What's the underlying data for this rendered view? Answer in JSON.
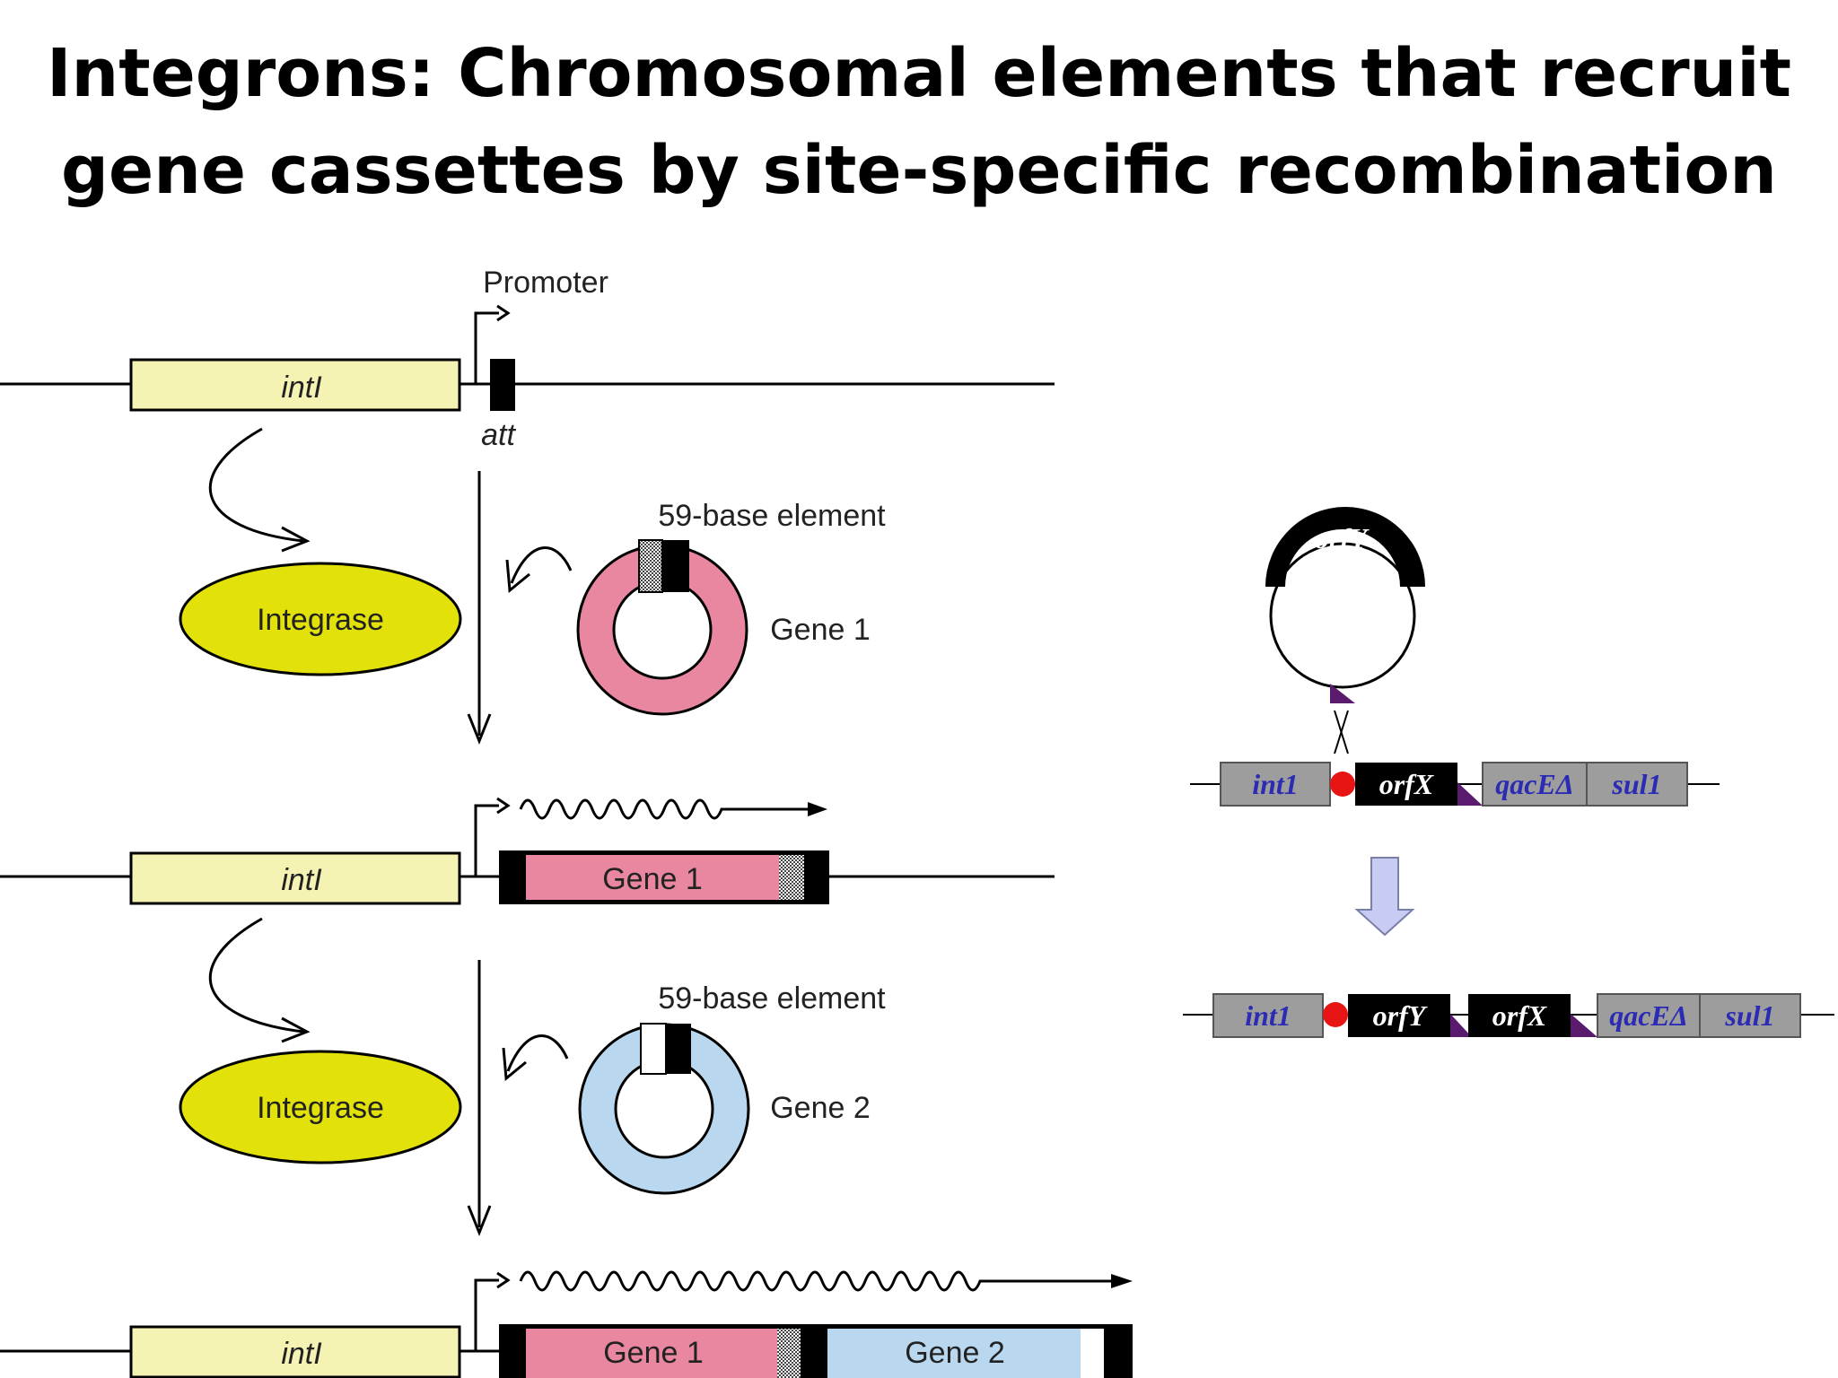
{
  "title": {
    "line1": "Integrons: Chromosomal elements that recruit",
    "line2": "gene cassettes by site-specific recombination"
  },
  "left": {
    "promoter": "Promoter",
    "intI": "intI",
    "att": "att",
    "integrase": "Integrase",
    "element59": "59-base element",
    "gene1": "Gene 1",
    "gene2": "Gene 2"
  },
  "right": {
    "orfY": "orfY",
    "int1": "int1",
    "orfX": "orfX",
    "qacE": "qacEΔ",
    "sul1": "sul1"
  },
  "colors": {
    "intI_fill": "#f5f3b4",
    "integrase_fill": "#e2e20a",
    "gene1_fill": "#e8879f",
    "gene2_fill": "#b9d8f0",
    "right_box": "#9d9d9d",
    "right_text": "#2b2bb3",
    "red_dot": "#e81515",
    "purple": "#5a1a6e",
    "block_arrow": "#c9ccf2"
  }
}
